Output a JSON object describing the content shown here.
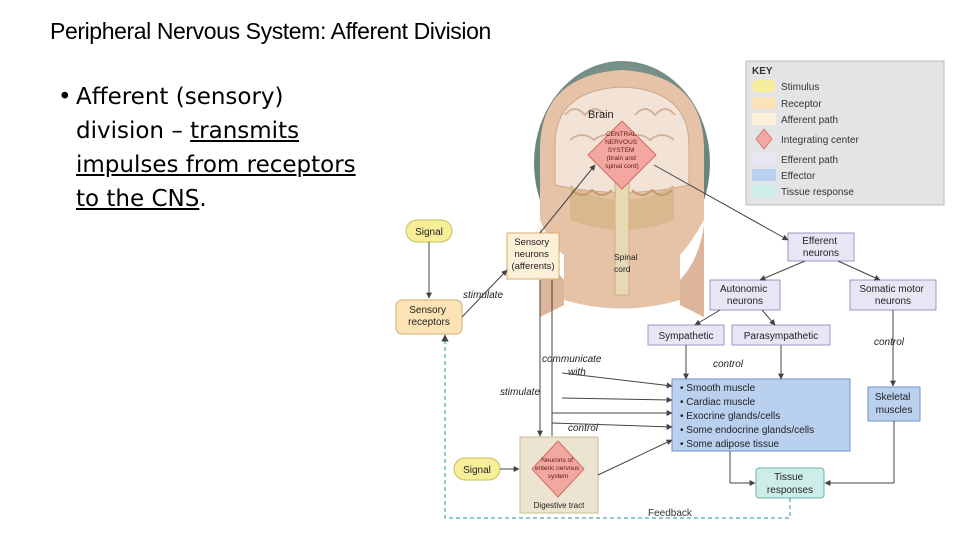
{
  "slide": {
    "title": "Peripheral Nervous System: Afferent Division",
    "bullet": {
      "symbol": "•",
      "lead": "Afferent (sensory) division – ",
      "underlined": "transmits impulses from receptors to the CNS",
      "trail": "."
    }
  },
  "figure": {
    "key": {
      "title": "KEY",
      "items": [
        {
          "label": "Stimulus",
          "color": "#f7ee9a"
        },
        {
          "label": "Receptor",
          "color": "#fbe3b5"
        },
        {
          "label": "Afferent path",
          "color": "#fdf0d8"
        },
        {
          "label": "Integrating center",
          "color": "#f2a8a0"
        },
        {
          "label": "Efferent path",
          "color": "#e8e6f4"
        },
        {
          "label": "Effector",
          "color": "#b9d0ee"
        },
        {
          "label": "Tissue response",
          "color": "#cdeee8"
        }
      ]
    },
    "brain_label": "Brain",
    "cns_lines": [
      "CENTRAL",
      "NERVOUS",
      "SYSTEM",
      "(brain and",
      "spinal cord)"
    ],
    "spinal_cord_lines": [
      "Spinal",
      "cord"
    ],
    "signal_top": "Signal",
    "sensory_receptors_lines": [
      "Sensory",
      "receptors"
    ],
    "sensory_neurons_lines": [
      "Sensory",
      "neurons",
      "(afferents)"
    ],
    "stimulate_top": "stimulate",
    "communicate_lines": [
      "communicate",
      "with"
    ],
    "stimulate_mid": "stimulate",
    "efferent_neurons_lines": [
      "Efferent",
      "neurons"
    ],
    "autonomic_lines": [
      "Autonomic",
      "neurons"
    ],
    "somatic_lines": [
      "Somatic motor",
      "neurons"
    ],
    "sympathetic": "Sympathetic",
    "parasympathetic": "Parasympathetic",
    "control_mid": "control",
    "control_right": "control",
    "control_low": "control",
    "effectors": [
      "Smooth muscle",
      "Cardiac muscle",
      "Exocrine glands/cells",
      "Some endocrine glands/cells",
      "Some adipose tissue"
    ],
    "skeletal_lines": [
      "Skeletal",
      "muscles"
    ],
    "tissue_lines": [
      "Tissue",
      "responses"
    ],
    "signal_bottom": "Signal",
    "enteric_lines": [
      "Neurons of",
      "enteric nervous",
      "system"
    ],
    "digestive_tract": "Digestive tract",
    "feedback": "Feedback"
  }
}
